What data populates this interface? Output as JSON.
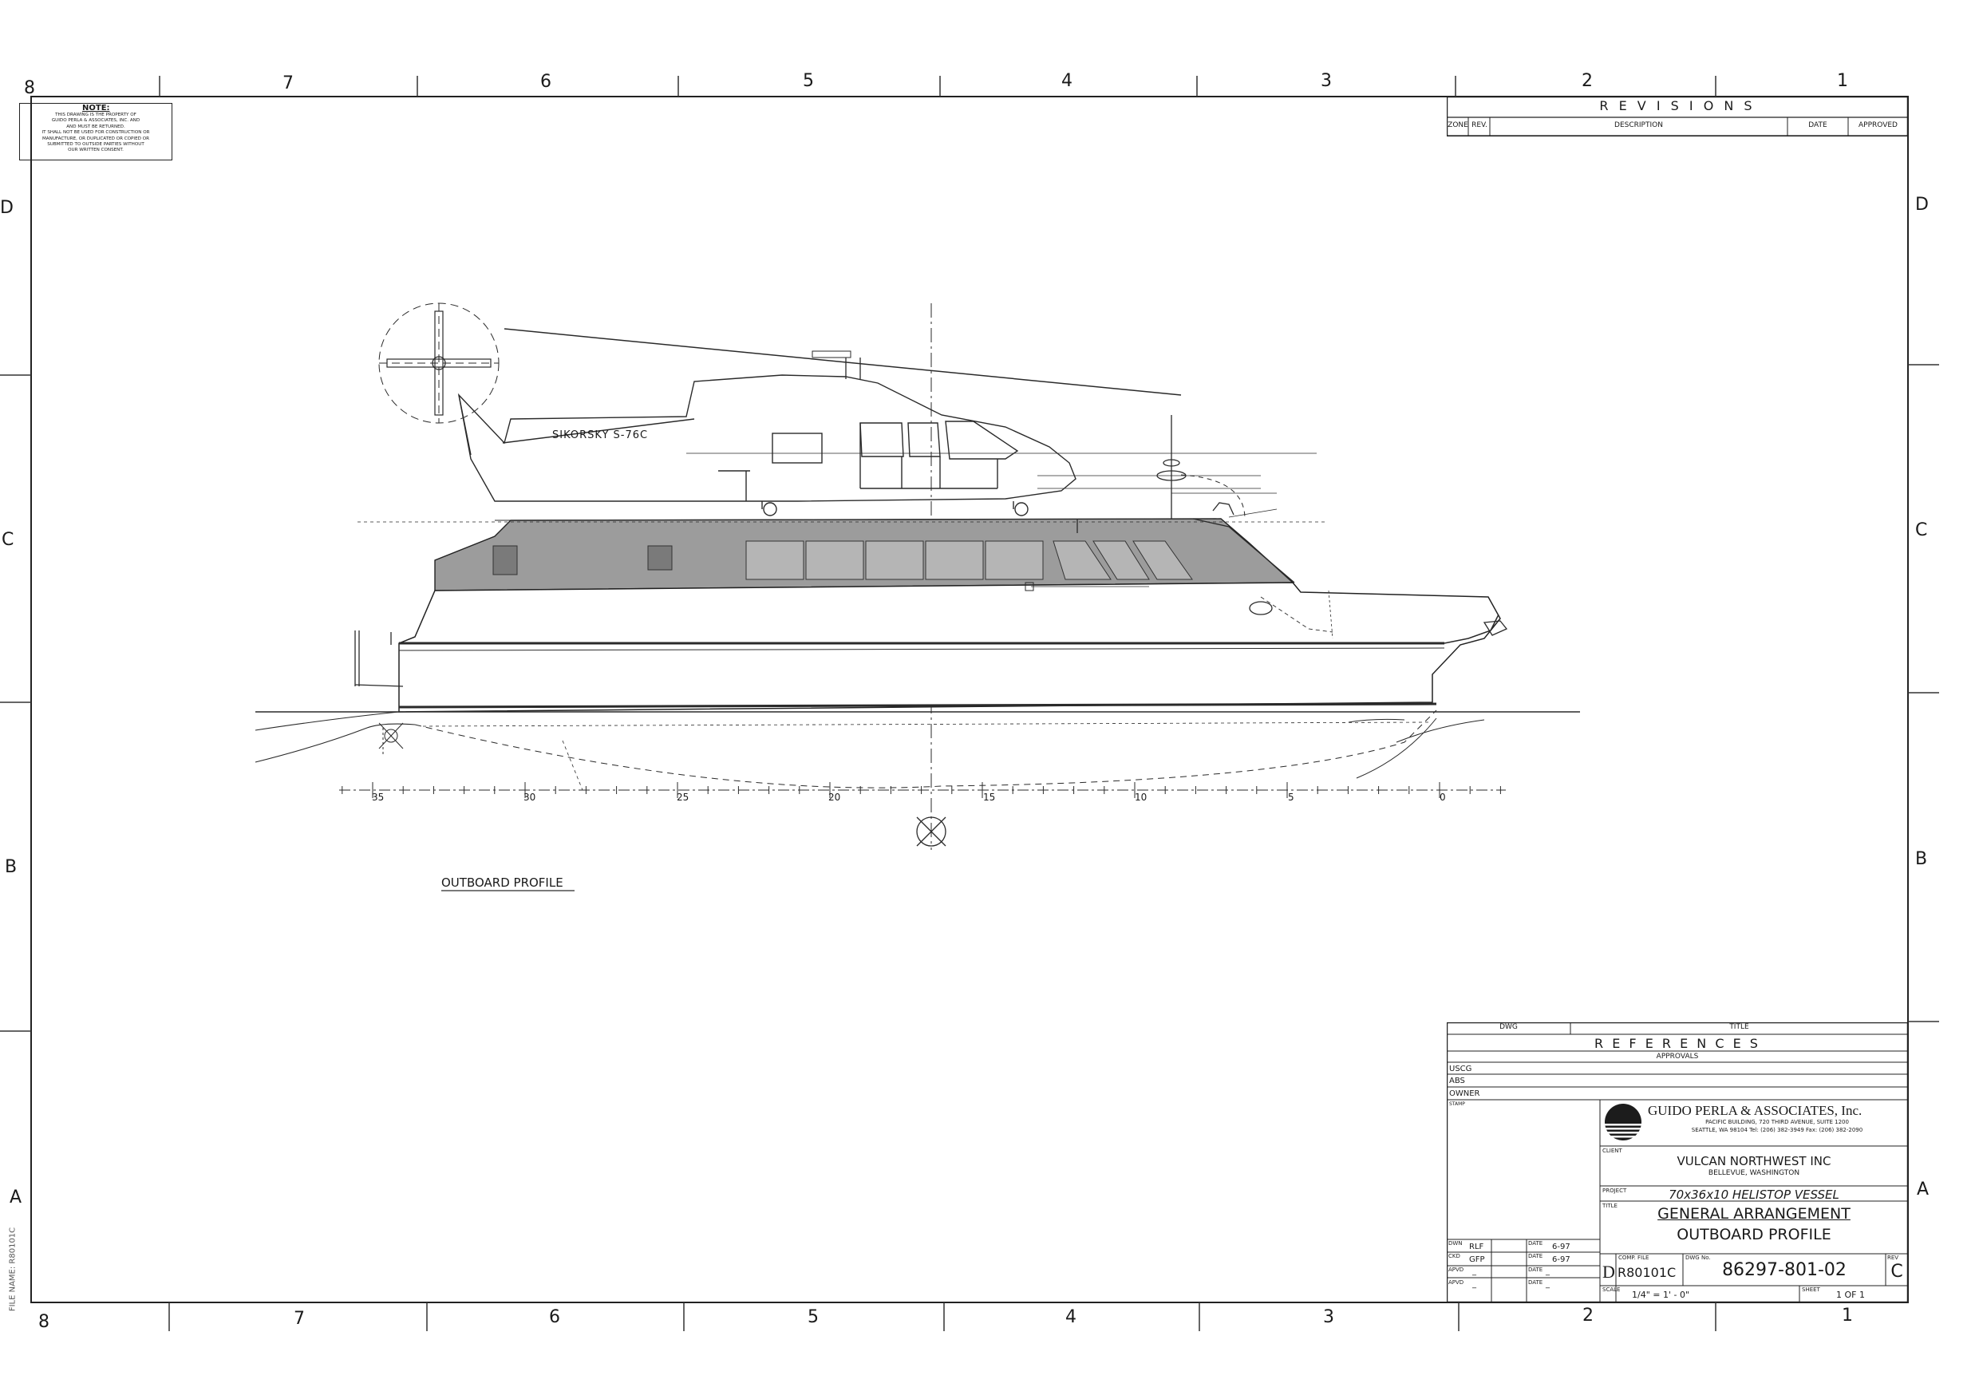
{
  "zones": {
    "columns_top": [
      "8",
      "7",
      "6",
      "5",
      "4",
      "3",
      "2",
      "1"
    ],
    "columns_bottom": [
      "8",
      "7",
      "6",
      "5",
      "4",
      "3",
      "2",
      "1"
    ],
    "rows_left": [
      "D",
      "C",
      "B",
      "A"
    ],
    "rows_right": [
      "D",
      "C",
      "B",
      "A"
    ]
  },
  "note": {
    "title": "NOTE:",
    "lines": [
      "THIS DRAWING IS THE PROPERTY OF",
      "GUIDO PERLA & ASSOCIATES, INC. AND",
      "AND MUST BE RETURNED.",
      "IT SHALL NOT BE USED FOR CONSTRUCTION OR",
      "MANUFACTURE, OR DUPLICATED OR COPIED OR",
      "SUBMITTED TO OUTSIDE PARTIES WITHOUT",
      "OUR WRITTEN CONSENT."
    ]
  },
  "revisions": {
    "title": "R E V I S I O N S",
    "headers": [
      "ZONE",
      "REV.",
      "DESCRIPTION",
      "DATE",
      "APPROVED"
    ]
  },
  "drawing": {
    "helicopter_label": "SIKORSKY S-76C",
    "view_title": "OUTBOARD PROFILE",
    "scale_ticks": [
      "35",
      "30",
      "25",
      "20",
      "15",
      "10",
      "5",
      "0"
    ]
  },
  "title_block": {
    "dwg_header": "DWG",
    "title_header": "TITLE",
    "references_title": "R E F E R E N C E S",
    "approvals": "APPROVALS",
    "approval_rows": [
      "USCG",
      "ABS",
      "OWNER"
    ],
    "stamp": "STAMP",
    "company": {
      "name": "GUIDO PERLA & ASSOCIATES, Inc.",
      "address1": "PACIFIC BUILDING,  720 THIRD AVENUE,  SUITE 1200",
      "address2": "SEATTLE, WA 98104   Tel: (206) 382-3949   Fax: (206) 382-2090"
    },
    "client_label": "CLIENT",
    "client_name": "VULCAN NORTHWEST INC",
    "client_location": "BELLEVUE, WASHINGTON",
    "project_label": "PROJECT",
    "project": "70x36x10 HELISTOP VESSEL",
    "title_label": "TITLE",
    "title_line1": "GENERAL ARRANGEMENT",
    "title_line2": "OUTBOARD PROFILE",
    "signoffs": [
      {
        "role": "DWN",
        "name": "RLF",
        "date_label": "DATE",
        "date": "6-97"
      },
      {
        "role": "CKD",
        "name": "GFP",
        "date_label": "DATE",
        "date": "6-97"
      },
      {
        "role": "APVD",
        "name": "_",
        "date_label": "DATE",
        "date": "_"
      },
      {
        "role": "APVD",
        "name": "_",
        "date_label": "DATE",
        "date": "_"
      }
    ],
    "size": "D",
    "comp_file_label": "COMP. FILE",
    "comp_file": "R80101C",
    "dwg_no_label": "DWG No.",
    "dwg_no": "86297-801-02",
    "rev_label": "REV",
    "rev": "C",
    "scale_label": "SCALE",
    "scale": "1/4\" = 1' - 0\"",
    "sheet_label": "SHEET",
    "sheet": "1 OF 1"
  },
  "margin": {
    "file_name": "FILE NAME:  R80101C"
  }
}
